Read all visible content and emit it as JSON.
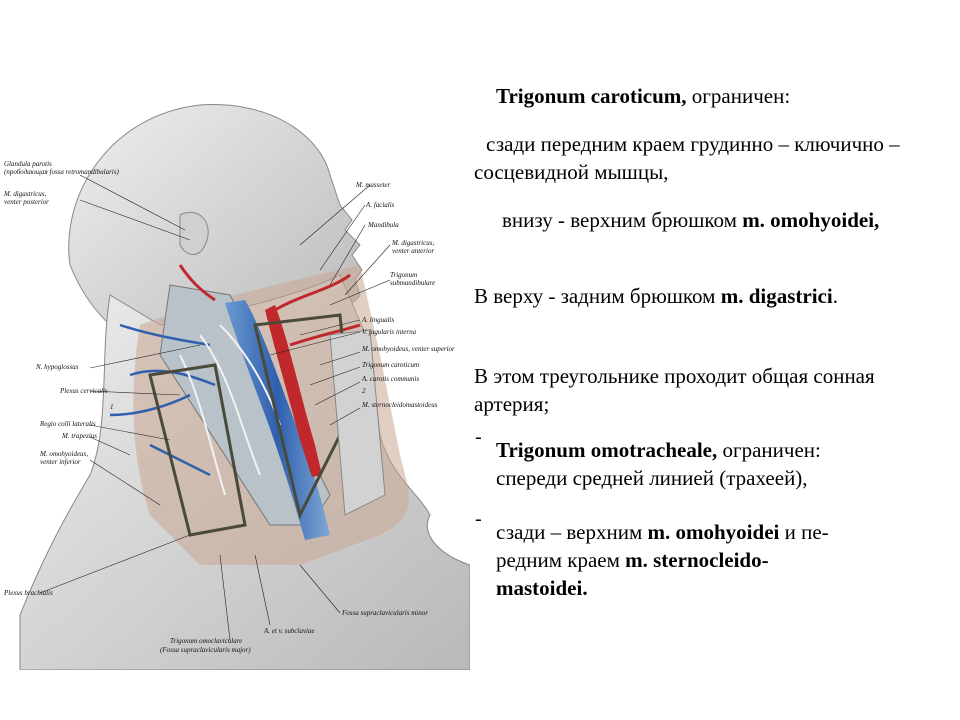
{
  "figure": {
    "labels": {
      "glandula_parotis": "Glandula parotis",
      "glandula_parotis_sub": "(прободающая fossa retromandibularis)",
      "m_digastricus_post": "M. digastricus,",
      "m_digastricus_post_sub": "venter posterior",
      "m_masseter": "M. masseter",
      "a_facialis": "A. facialis",
      "mandibula": "Mandibula",
      "m_digastricus_ant": "M. digastricus,",
      "m_digastricus_ant_sub": "venter anterior",
      "trigonum_submandibulare": "Trigonum",
      "trigonum_submandibulare_sub": "submandibulare",
      "a_lingualis": "A. lingualis",
      "v_jugularis_interna": "V. jugularis interna",
      "m_omohyoideus_sup": "M. omohyoideus, venter superior",
      "trigonum_caroticum": "Trigonum caroticum",
      "a_carotis_communis": "A. carotis communis",
      "num_2": "2",
      "m_sternocleidomastoideus": "M. sternocleidomastoideus",
      "n_hypoglossus": "N. hypoglossus",
      "plexus_cervicalis": "Plexus cervicalis",
      "num_1": "1",
      "regio_colli_lateralis": "Regio colli lateralis",
      "m_trapezius": "M. trapezius",
      "m_omohyoideus_inf": "M. omohyoideus,",
      "m_omohyoideus_inf_sub": "venter inferior",
      "plexus_brachialis": "Plexus brachialis",
      "fossa_supraclavicularis_minor": "Fossa supraclavicularis minor",
      "a_v_subclaviae": "A. et v. subclaviae",
      "trigonum_omoclaviculare": "Trigonum omoclaviculare",
      "trigonum_omoclaviculare_sub": "(Fossa supraclavicularis major)"
    }
  },
  "text": {
    "p1_title": "Trigonum caroticum,",
    "p1_rest": " ограничен:",
    "p2": "сзади передним краем грудинно – ключично – сосцевидной мышцы,",
    "p3_pre": "внизу - верхним брюшком ",
    "p3_bold": "m. omohyoidei,",
    "p4_pre": "В верху - задним брюшком ",
    "p4_bold": "m. digastrici",
    "p4_end": ".",
    "p5": "В этом треугольнике проходит общая сонная артерия;",
    "dash": "-",
    "p6_title": "Trigonum omotracheale,",
    "p6_rest": " ограничен:",
    "p6_line2": "спереди средней линией (трахеей),",
    "p7_pre": "сзади – верхним ",
    "p7_bold1": "m. omohyoidei",
    "p7_mid": " и пе-редним краем ",
    "p7_bold2": "m. sternocleido-mastoidei."
  },
  "colors": {
    "artery": "#c0282c",
    "vein": "#2f5fae",
    "skin": "#d9d9d9",
    "muscle": "#c9a892",
    "text": "#000000"
  }
}
